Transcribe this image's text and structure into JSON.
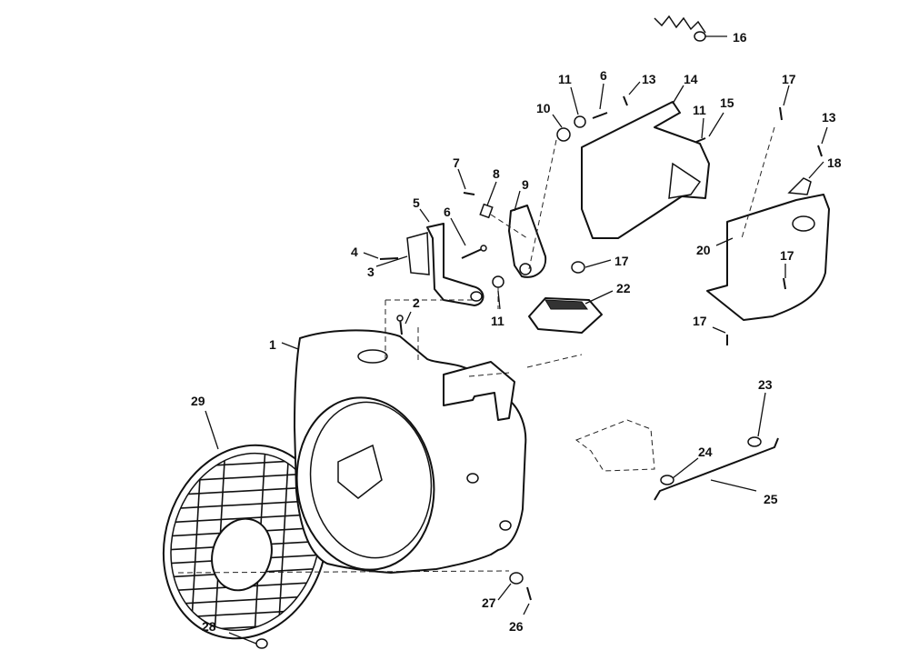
{
  "figure": {
    "callouts": [
      {
        "id": "c1",
        "label": "1"
      },
      {
        "id": "c2",
        "label": "2"
      },
      {
        "id": "c3",
        "label": "3"
      },
      {
        "id": "c4",
        "label": "4"
      },
      {
        "id": "c5",
        "label": "5"
      },
      {
        "id": "c6a",
        "label": "6"
      },
      {
        "id": "c6b",
        "label": "6"
      },
      {
        "id": "c7",
        "label": "7"
      },
      {
        "id": "c8",
        "label": "8"
      },
      {
        "id": "c9",
        "label": "9"
      },
      {
        "id": "c10",
        "label": "10"
      },
      {
        "id": "c11a",
        "label": "11"
      },
      {
        "id": "c11b",
        "label": "11"
      },
      {
        "id": "c11c",
        "label": "11"
      },
      {
        "id": "c13a",
        "label": "13"
      },
      {
        "id": "c13b",
        "label": "13"
      },
      {
        "id": "c14",
        "label": "14"
      },
      {
        "id": "c15",
        "label": "15"
      },
      {
        "id": "c16",
        "label": "16"
      },
      {
        "id": "c17a",
        "label": "17"
      },
      {
        "id": "c17b",
        "label": "17"
      },
      {
        "id": "c17c",
        "label": "17"
      },
      {
        "id": "c17d",
        "label": "17"
      },
      {
        "id": "c18",
        "label": "18"
      },
      {
        "id": "c20",
        "label": "20"
      },
      {
        "id": "c22",
        "label": "22"
      },
      {
        "id": "c23",
        "label": "23"
      },
      {
        "id": "c24",
        "label": "24"
      },
      {
        "id": "c25",
        "label": "25"
      },
      {
        "id": "c26",
        "label": "26"
      },
      {
        "id": "c27",
        "label": "27"
      },
      {
        "id": "c28",
        "label": "28"
      },
      {
        "id": "c29",
        "label": "29"
      }
    ]
  }
}
